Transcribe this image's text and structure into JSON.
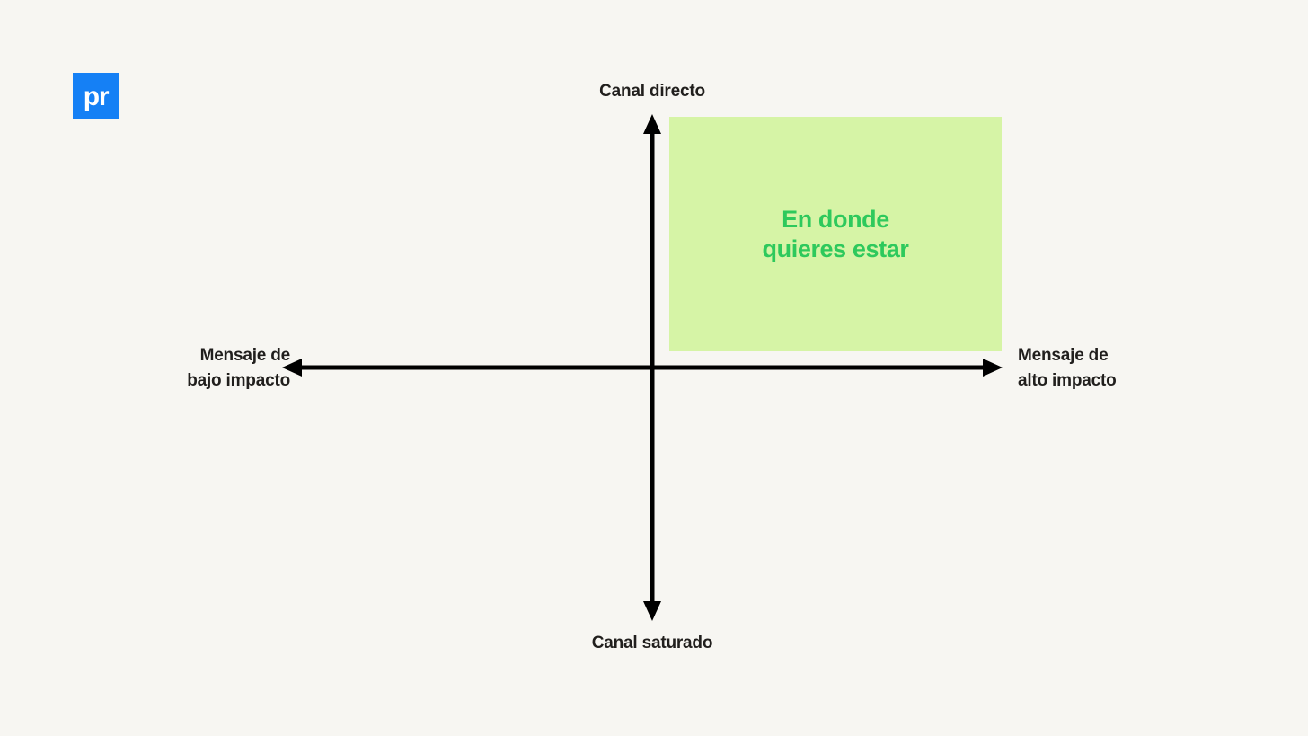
{
  "background_color": "#f7f6f2",
  "brand": {
    "logo_text": "pr",
    "logo_bg_color": "#1580f5",
    "logo_text_color": "#ffffff"
  },
  "chart_data": {
    "type": "scatter",
    "title": "",
    "subtitle": "",
    "xlabel": "",
    "ylabel": "",
    "grid": false,
    "legend": "none",
    "axis_color": "#000000",
    "label_color": "#211f1d",
    "axes": {
      "y_top_label": "Canal directo",
      "y_bottom_label": "Canal saturado",
      "x_left_label": "Mensaje de\nbajo impacto",
      "x_right_label": "Mensaje de\nalto impacto",
      "origin": {
        "x": 726,
        "y": 409
      },
      "x_range": [
        315,
        1115
      ],
      "y_range": [
        128,
        690
      ]
    },
    "regions": [
      {
        "name": "sweet-spot",
        "label": "En donde\nquieres estar",
        "quadrant": "top-right",
        "fill_color": "#d6f4a6",
        "text_color": "#2ec95c",
        "x0": 745,
        "y0": 130,
        "x1": 1115,
        "y1": 391
      }
    ]
  }
}
